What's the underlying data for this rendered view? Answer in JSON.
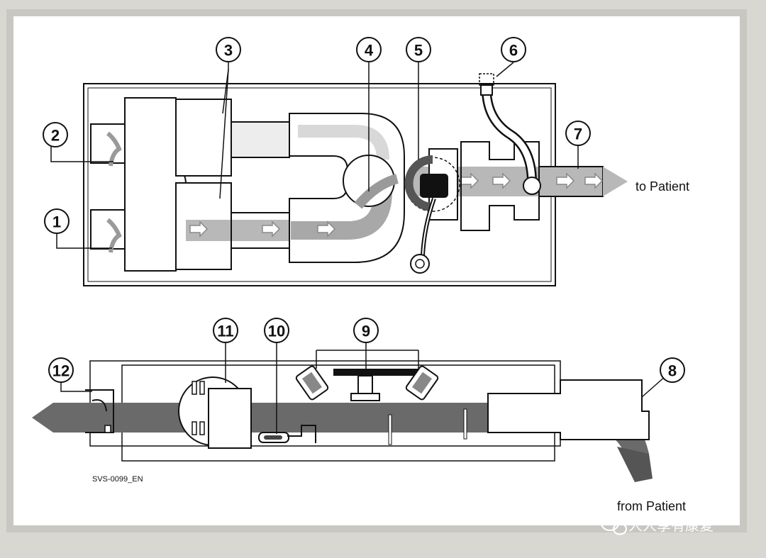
{
  "labels": {
    "to_patient": "to Patient",
    "from_patient": "from Patient",
    "code": "SVS-0099_EN"
  },
  "watermark": {
    "text": "人人享有康复",
    "icon": "wechat-bubble-icon"
  },
  "callouts": [
    "1",
    "2",
    "3",
    "4",
    "5",
    "6",
    "7",
    "8",
    "9",
    "10",
    "11",
    "12"
  ],
  "colors": {
    "paper": "#ffffff",
    "frame": "#d3d1cc",
    "line": "#1a1a1a",
    "flow": "#a8a8a8",
    "flow_dark": "#444444"
  }
}
